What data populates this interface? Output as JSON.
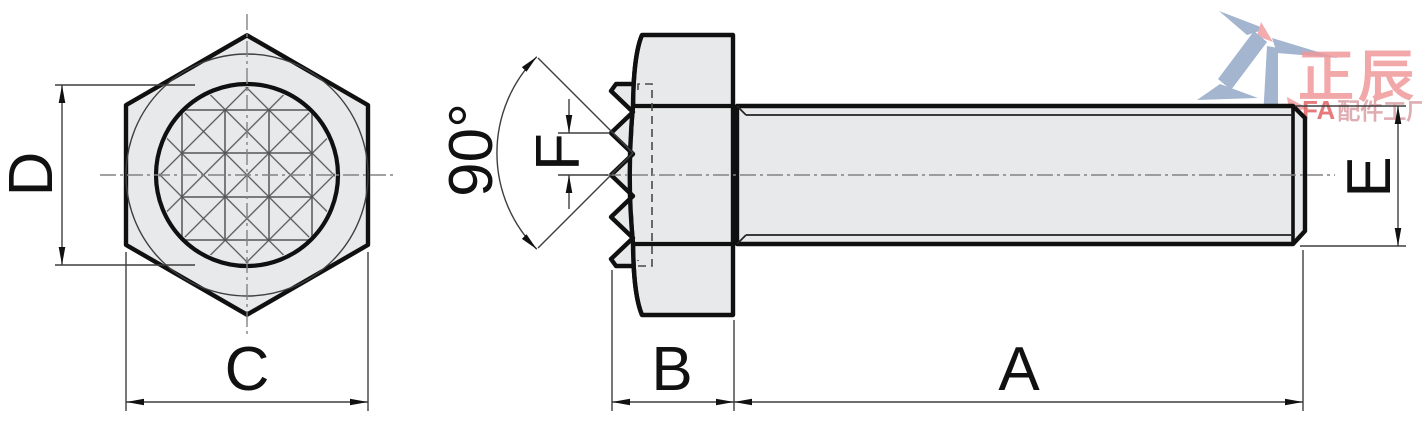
{
  "drawing": {
    "kind": "hex-flange-bolt-with-serrations",
    "views": {
      "front_view": "bolt head front view with knurled face",
      "side_view": "bolt side view with serrated bearing face"
    }
  },
  "dims": {
    "A": "A",
    "B": "B",
    "C": "C",
    "D": "D",
    "E": "E",
    "F": "F",
    "angle": "90°"
  },
  "logo": {
    "brand": "正辰",
    "fa": "FA",
    "factory": "配件工厂"
  },
  "colors": {
    "part_fill": "#e8e9ea",
    "outline": "#101010",
    "thin_line": "#3f3f3f",
    "centerline": "#828282",
    "logo_blue": "#9badca",
    "logo_pink": "#f2a3a6",
    "brand_red": "#ee8f90",
    "fa_red": "#e25c5c",
    "factory_pink": "#d4949b"
  }
}
